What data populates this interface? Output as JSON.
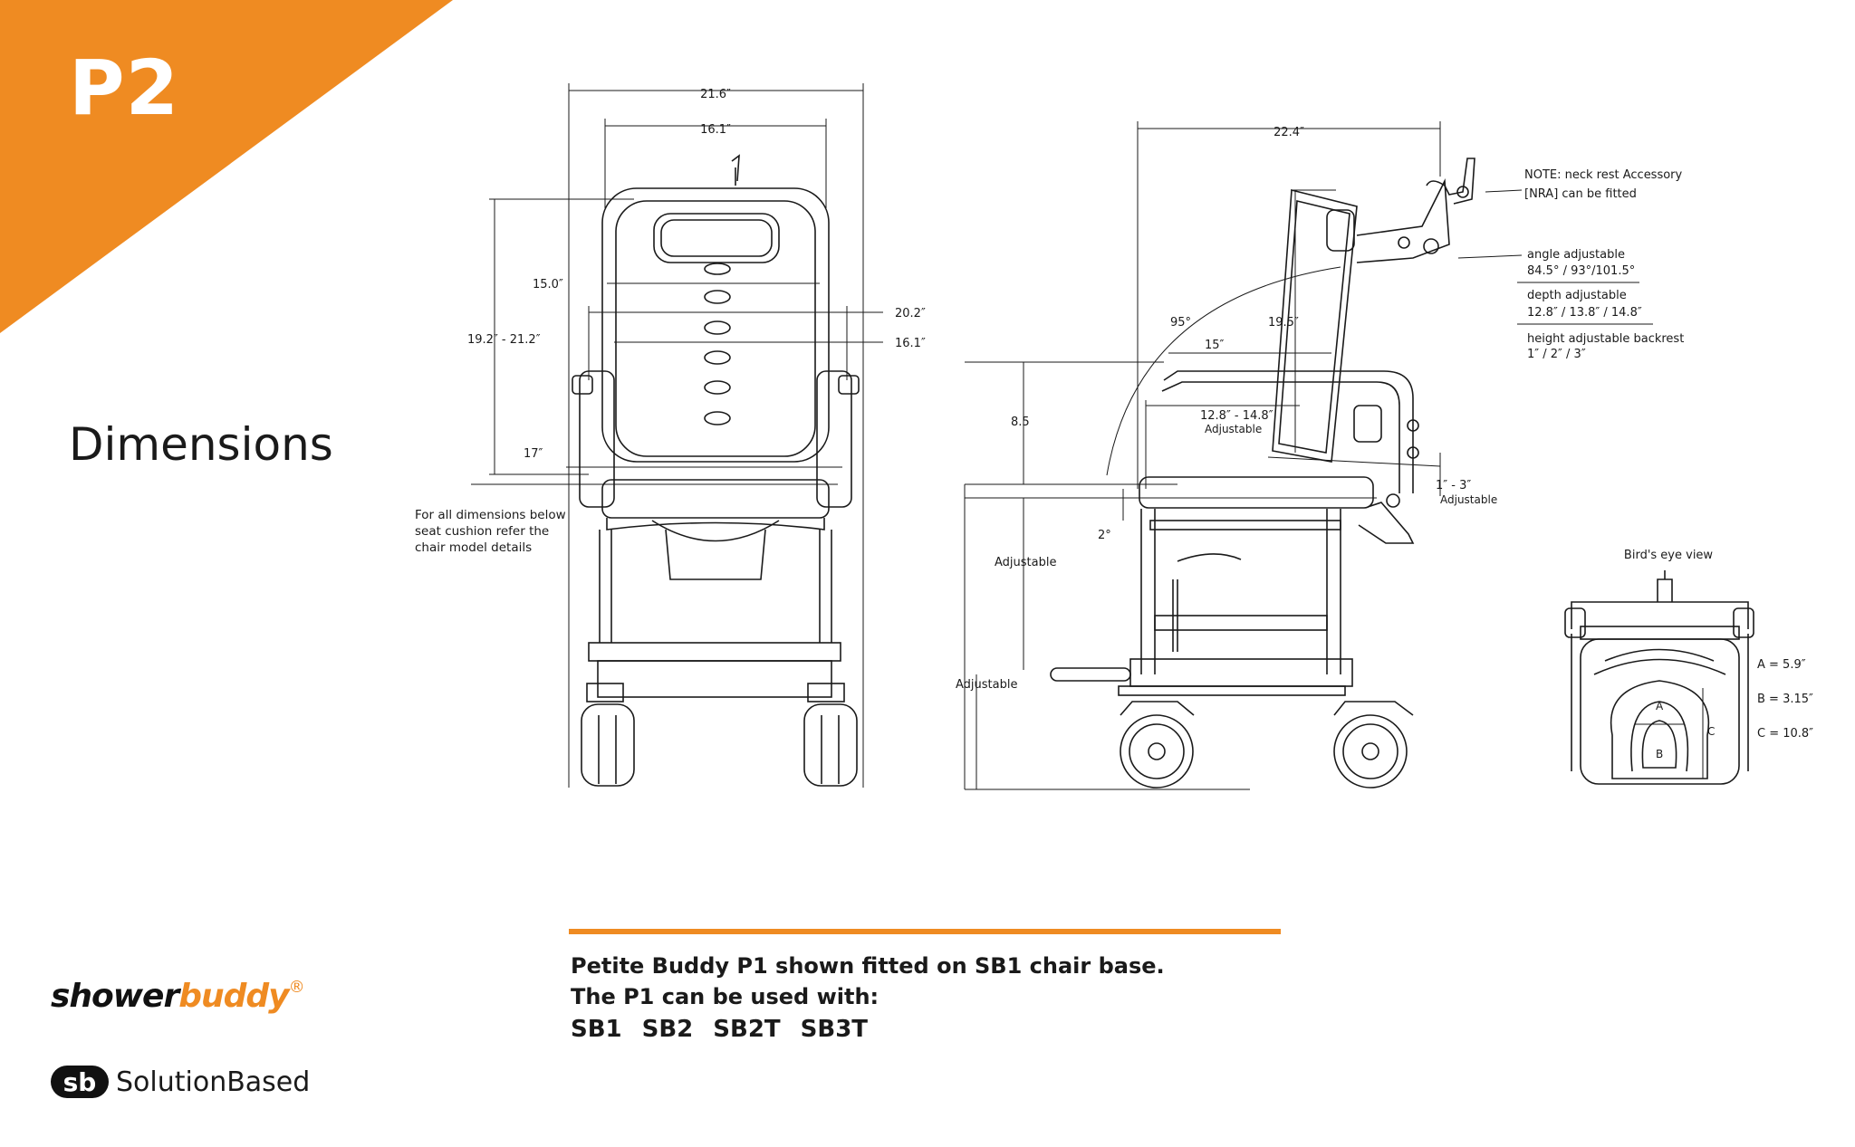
{
  "header": {
    "page_code": "P2",
    "accent_color": "#ef8b22"
  },
  "title": "Dimensions",
  "note_below_seat": "For all dimensions below seat cushion refer the chair model details",
  "front_view": {
    "dim_overall_width": "21.6″",
    "dim_inner_width": "16.1″",
    "dim_backrest_width": "15.0″",
    "dim_armrest_outer": "20.2″",
    "dim_armrest_inner": "16.1″",
    "dim_back_height": "19.2″ - 21.2″",
    "dim_seat_width": "17″"
  },
  "side_view": {
    "dim_overall_depth": "22.4″",
    "dim_angle": "95°",
    "dim_back_height": "19.5″",
    "dim_arm_length": "15″",
    "dim_seat_depth": "12.8″ - 14.8″",
    "dim_seat_depth_note": "Adjustable",
    "dim_arm_height": "8.5",
    "dim_tilt": "2°",
    "dim_seat_offset": "1″ - 3″",
    "dim_seat_offset_note": "Adjustable",
    "dim_seat_height_note": "Adjustable",
    "dim_footrest_note": "Adjustable"
  },
  "annotations": {
    "neck_rest_line1": "NOTE: neck rest Accessory",
    "neck_rest_line2": "[NRA] can be fitted",
    "angle_line1": "angle adjustable",
    "angle_line2": "84.5° / 93°/101.5°",
    "depth_line1": "depth adjustable",
    "depth_line2": "12.8″ / 13.8″ / 14.8″",
    "height_line1": "height adjustable backrest",
    "height_line2": "1″ / 2″ / 3″"
  },
  "birds_eye": {
    "title": "Bird's eye view",
    "label_a": "A",
    "label_b": "B",
    "label_c": "C",
    "dim_a": "A = 5.9″",
    "dim_b": "B = 3.15″",
    "dim_c": "C = 10.8″"
  },
  "caption": {
    "line1": "Petite Buddy P1 shown fitted on SB1 chair base.",
    "line2": "The P1 can be used with:",
    "models": [
      "SB1",
      "SB2",
      "SB2T",
      "SB3T"
    ]
  },
  "brand": {
    "logo_part1": "shower",
    "logo_part2": "buddy",
    "registered": "®",
    "sb_mark": "sb",
    "sb_name": "SolutionBased"
  }
}
